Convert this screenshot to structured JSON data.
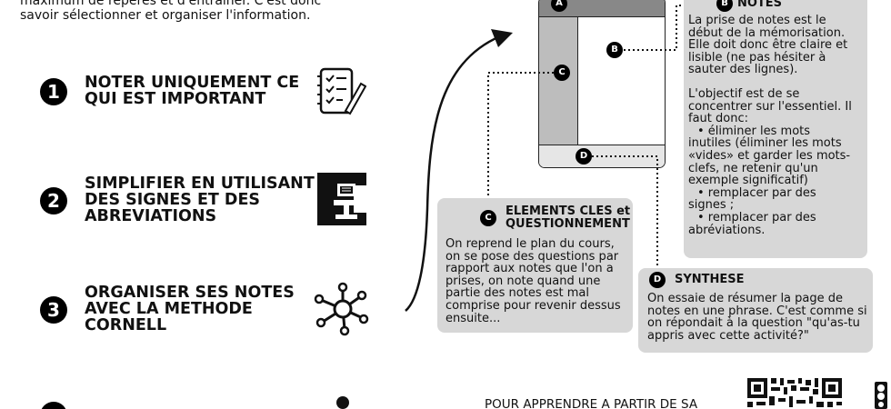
{
  "intro": {
    "line1": "maximum de repères et d'entraîner. C'est donc",
    "line2": "savoir sélectionner et organiser l'information."
  },
  "steps": [
    {
      "number": "1",
      "line1": "NOTER UNIQUEMENT CE",
      "line2": "QUI EST IMPORTANT",
      "line3": ""
    },
    {
      "number": "2",
      "line1": "SIMPLIFIER EN UTILISANT",
      "line2": "DES SIGNES ET DES",
      "line3": "ABREVIATIONS"
    },
    {
      "number": "3",
      "line1": "ORGANISER SES NOTES",
      "line2": "AVEC LA METHODE",
      "line3": "CORNELL"
    }
  ],
  "cornell_labels": {
    "a": "A",
    "b": "B",
    "c": "C",
    "d": "D"
  },
  "notes": {
    "badge": "B",
    "title": "NOTES",
    "p1": [
      "La prise de notes est le",
      "début de la mémorisation.",
      "Elle doit donc être claire et",
      "lisible (ne pas hésiter à",
      "sauter des lignes)."
    ],
    "p2": [
      "L'objectif est de se",
      "concentrer sur l'essentiel. Il",
      "faut donc:",
      "• éliminer les mots",
      "inutiles (éliminer les mots",
      "«vides» et garder les mots-",
      "clefs, ne retenir qu'un",
      "exemple significatif)",
      "• remplacer par des",
      "signes ;",
      "• remplacer par des",
      "abréviations."
    ]
  },
  "elements": {
    "badge": "C",
    "title1": "ELEMENTS CLES et",
    "title2": "QUESTIONNEMENT",
    "body": [
      "On reprend le plan du cours,",
      "on se pose des questions par",
      "rapport aux notes que l'on a",
      "prises, on note quand une",
      "partie des notes est mal",
      "comprise pour revenir dessus",
      "ensuite..."
    ]
  },
  "synthese": {
    "badge": "D",
    "title": "SYNTHESE",
    "body": [
      "On essaie de résumer la page de",
      "notes en une phrase. C'est comme si",
      "on répondait à la question \"qu'as-tu",
      "appris avec cette activité?\""
    ]
  },
  "footer": {
    "text": "POUR APPRENDRE A PARTIR DE SA"
  },
  "colors": {
    "dark": "#000000",
    "grey_box": "#d7d7d7",
    "cornell_top": "#888888",
    "cornell_left": "#bdbdbd"
  }
}
